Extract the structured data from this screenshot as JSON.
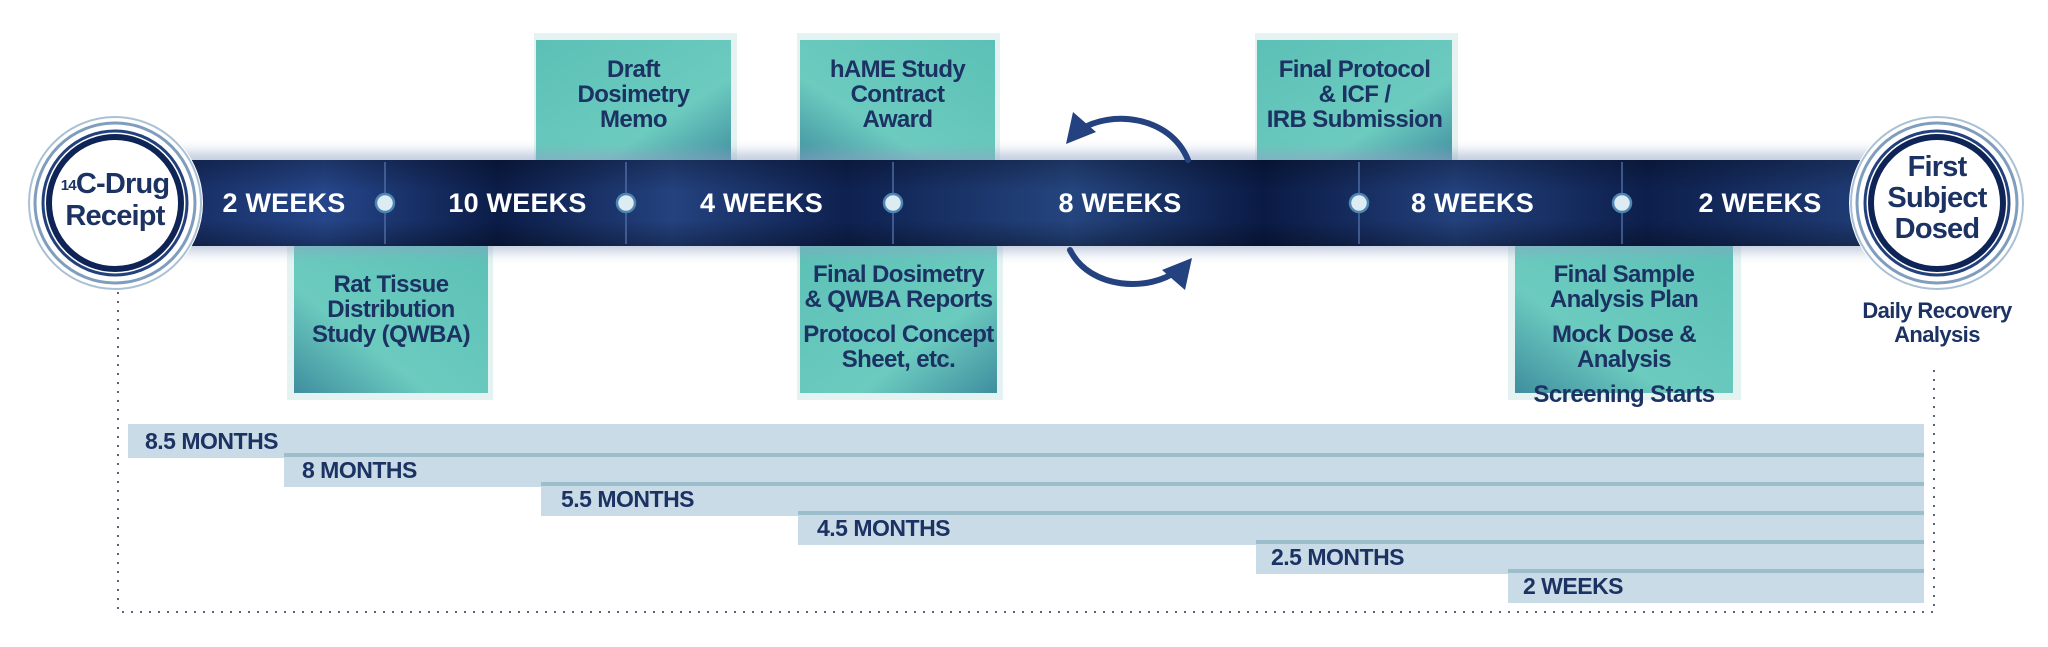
{
  "start_milestone": {
    "superscript": "14",
    "line1": "C-Drug",
    "line2": "Receipt"
  },
  "end_milestone": {
    "line1": "First",
    "line2": "Subject",
    "line3": "Dosed"
  },
  "end_note": {
    "line1": "Daily Recovery",
    "line2": "Analysis"
  },
  "segments": [
    "2 WEEKS",
    "10 WEEKS",
    "4 WEEKS",
    "8 WEEKS",
    "8 WEEKS",
    "2 WEEKS"
  ],
  "top_boxes": [
    {
      "lines": [
        "Draft",
        "Dosimetry",
        "Memo"
      ]
    },
    {
      "lines": [
        "hAME Study",
        "Contract",
        "Award"
      ]
    },
    {
      "lines": [
        "Final Protocol",
        "& ICF /",
        "IRB Submission"
      ]
    }
  ],
  "bottom_boxes": [
    {
      "groups": [
        [
          "Rat Tissue",
          "Distribution",
          "Study (QWBA)"
        ]
      ]
    },
    {
      "groups": [
        [
          "Final Dosimetry",
          "& QWBA Reports"
        ],
        [
          "Protocol Concept",
          "Sheet, etc."
        ]
      ]
    },
    {
      "groups": [
        [
          "Final Sample",
          "Analysis Plan"
        ],
        [
          "Mock Dose & Analysis"
        ],
        [
          "Screening Starts"
        ]
      ]
    }
  ],
  "durations": [
    "8.5 MONTHS",
    "8 MONTHS",
    "5.5 MONTHS",
    "4.5 MONTHS",
    "2.5 MONTHS",
    "2 WEEKS"
  ],
  "colors": {
    "navy": "#0c1f4d",
    "navy_light": "#24427f",
    "teal": "#62c4b8",
    "teal_dark": "#3d9aa0",
    "bar_light": "#c9dbe6",
    "text_dark": "#1b3263"
  },
  "icons": {
    "cycle": "cycle-arrows-icon",
    "node": "node-dot-icon"
  }
}
